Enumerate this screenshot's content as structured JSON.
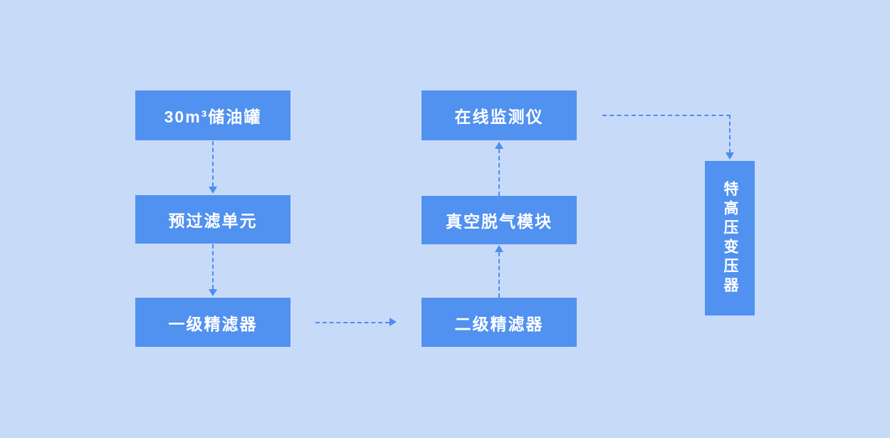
{
  "colors": {
    "background": "#c7dbf9",
    "node": "#5191ef",
    "arrow": "#4c8df2",
    "text": "#ffffff"
  },
  "diagram": {
    "type": "flowchart",
    "nodes": [
      {
        "id": "oil-tank",
        "label": "30m³储油罐"
      },
      {
        "id": "prefilter-unit",
        "label": "预过滤单元"
      },
      {
        "id": "primary-filter",
        "label": "一级精滤器"
      },
      {
        "id": "secondary-filter",
        "label": "二级精滤器"
      },
      {
        "id": "vacuum-degassing",
        "label": "真空脱气模块"
      },
      {
        "id": "online-monitor",
        "label": "在线监测仪"
      },
      {
        "id": "uhv-transformer",
        "label": "特高压变压器",
        "orientation": "vertical"
      }
    ],
    "edges": [
      {
        "from": "oil-tank",
        "to": "prefilter-unit",
        "style": "dashed",
        "direction": "down"
      },
      {
        "from": "prefilter-unit",
        "to": "primary-filter",
        "style": "dashed",
        "direction": "down"
      },
      {
        "from": "primary-filter",
        "to": "secondary-filter",
        "style": "dashed",
        "direction": "right"
      },
      {
        "from": "secondary-filter",
        "to": "vacuum-degassing",
        "style": "dashed",
        "direction": "up"
      },
      {
        "from": "vacuum-degassing",
        "to": "online-monitor",
        "style": "dashed",
        "direction": "up"
      },
      {
        "from": "online-monitor",
        "to": "uhv-transformer",
        "style": "dashed",
        "direction": "right-then-down"
      }
    ]
  }
}
